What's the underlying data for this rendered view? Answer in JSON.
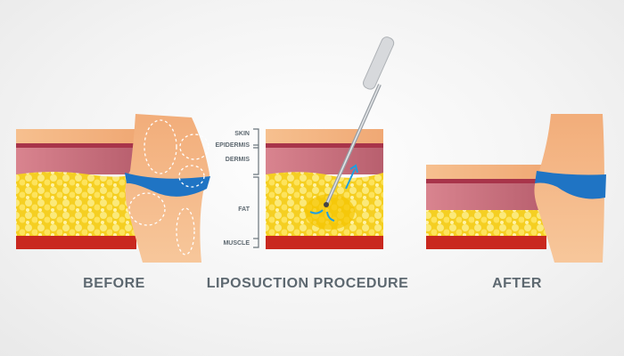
{
  "captions": {
    "before": "BEFORE",
    "procedure": "LIPOSUCTION PROCEDURE",
    "after": "AFTER"
  },
  "layer_labels": {
    "skin": "SKIN",
    "epidermis": "EPIDERMIS",
    "dermis": "DERMIS",
    "fat": "FAT",
    "muscle": "MUSCLE"
  },
  "colors": {
    "skin": "#f2b27e",
    "epidermis": "#a8344a",
    "dermis": "#c9707e",
    "fat": "#f7d83a",
    "muscle": "#c9281f",
    "underwear": "#1f74c4",
    "caption": "#5d6870"
  }
}
